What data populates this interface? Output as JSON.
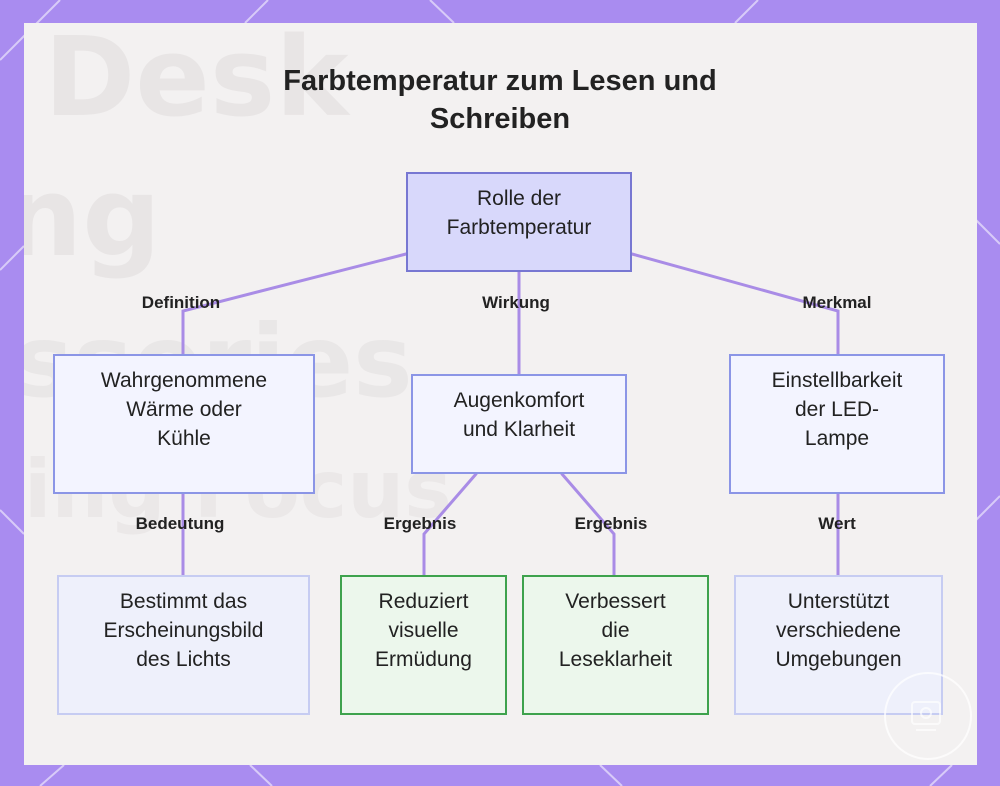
{
  "title_lines": [
    "Farbtemperatur zum Lesen und",
    "Schreiben"
  ],
  "root": {
    "lines": [
      "Rolle der",
      "Farbtemperatur"
    ]
  },
  "branches": [
    {
      "edge_label": "Definition",
      "node": {
        "lines": [
          "Wahrgenommene",
          "Wärme oder",
          "Kühle"
        ]
      },
      "children": [
        {
          "edge_label": "Bedeutung",
          "node": {
            "lines": [
              "Bestimmt das",
              "Erscheinungsbild",
              "des Lichts"
            ]
          }
        }
      ]
    },
    {
      "edge_label": "Wirkung",
      "node": {
        "lines": [
          "Augenkomfort",
          "und Klarheit"
        ]
      },
      "children": [
        {
          "edge_label": "Ergebnis",
          "node": {
            "lines": [
              "Reduziert",
              "visuelle",
              "Ermüdung"
            ]
          }
        },
        {
          "edge_label": "Ergebnis",
          "node": {
            "lines": [
              "Verbessert",
              "die",
              "Leseklarheit"
            ]
          }
        }
      ]
    },
    {
      "edge_label": "Merkmal",
      "node": {
        "lines": [
          "Einstellbarkeit",
          "der LED-",
          "Lampe"
        ]
      },
      "children": [
        {
          "edge_label": "Wert",
          "node": {
            "lines": [
              "Unterstützt",
              "verschiedene",
              "Umgebungen"
            ]
          }
        }
      ]
    }
  ],
  "colors": {
    "frame": "#a98cf0",
    "edge": "#a98ce6",
    "root_fill": "#d8d8fb",
    "node_border": "#8b95e6",
    "green_border": "#3ea24d"
  }
}
